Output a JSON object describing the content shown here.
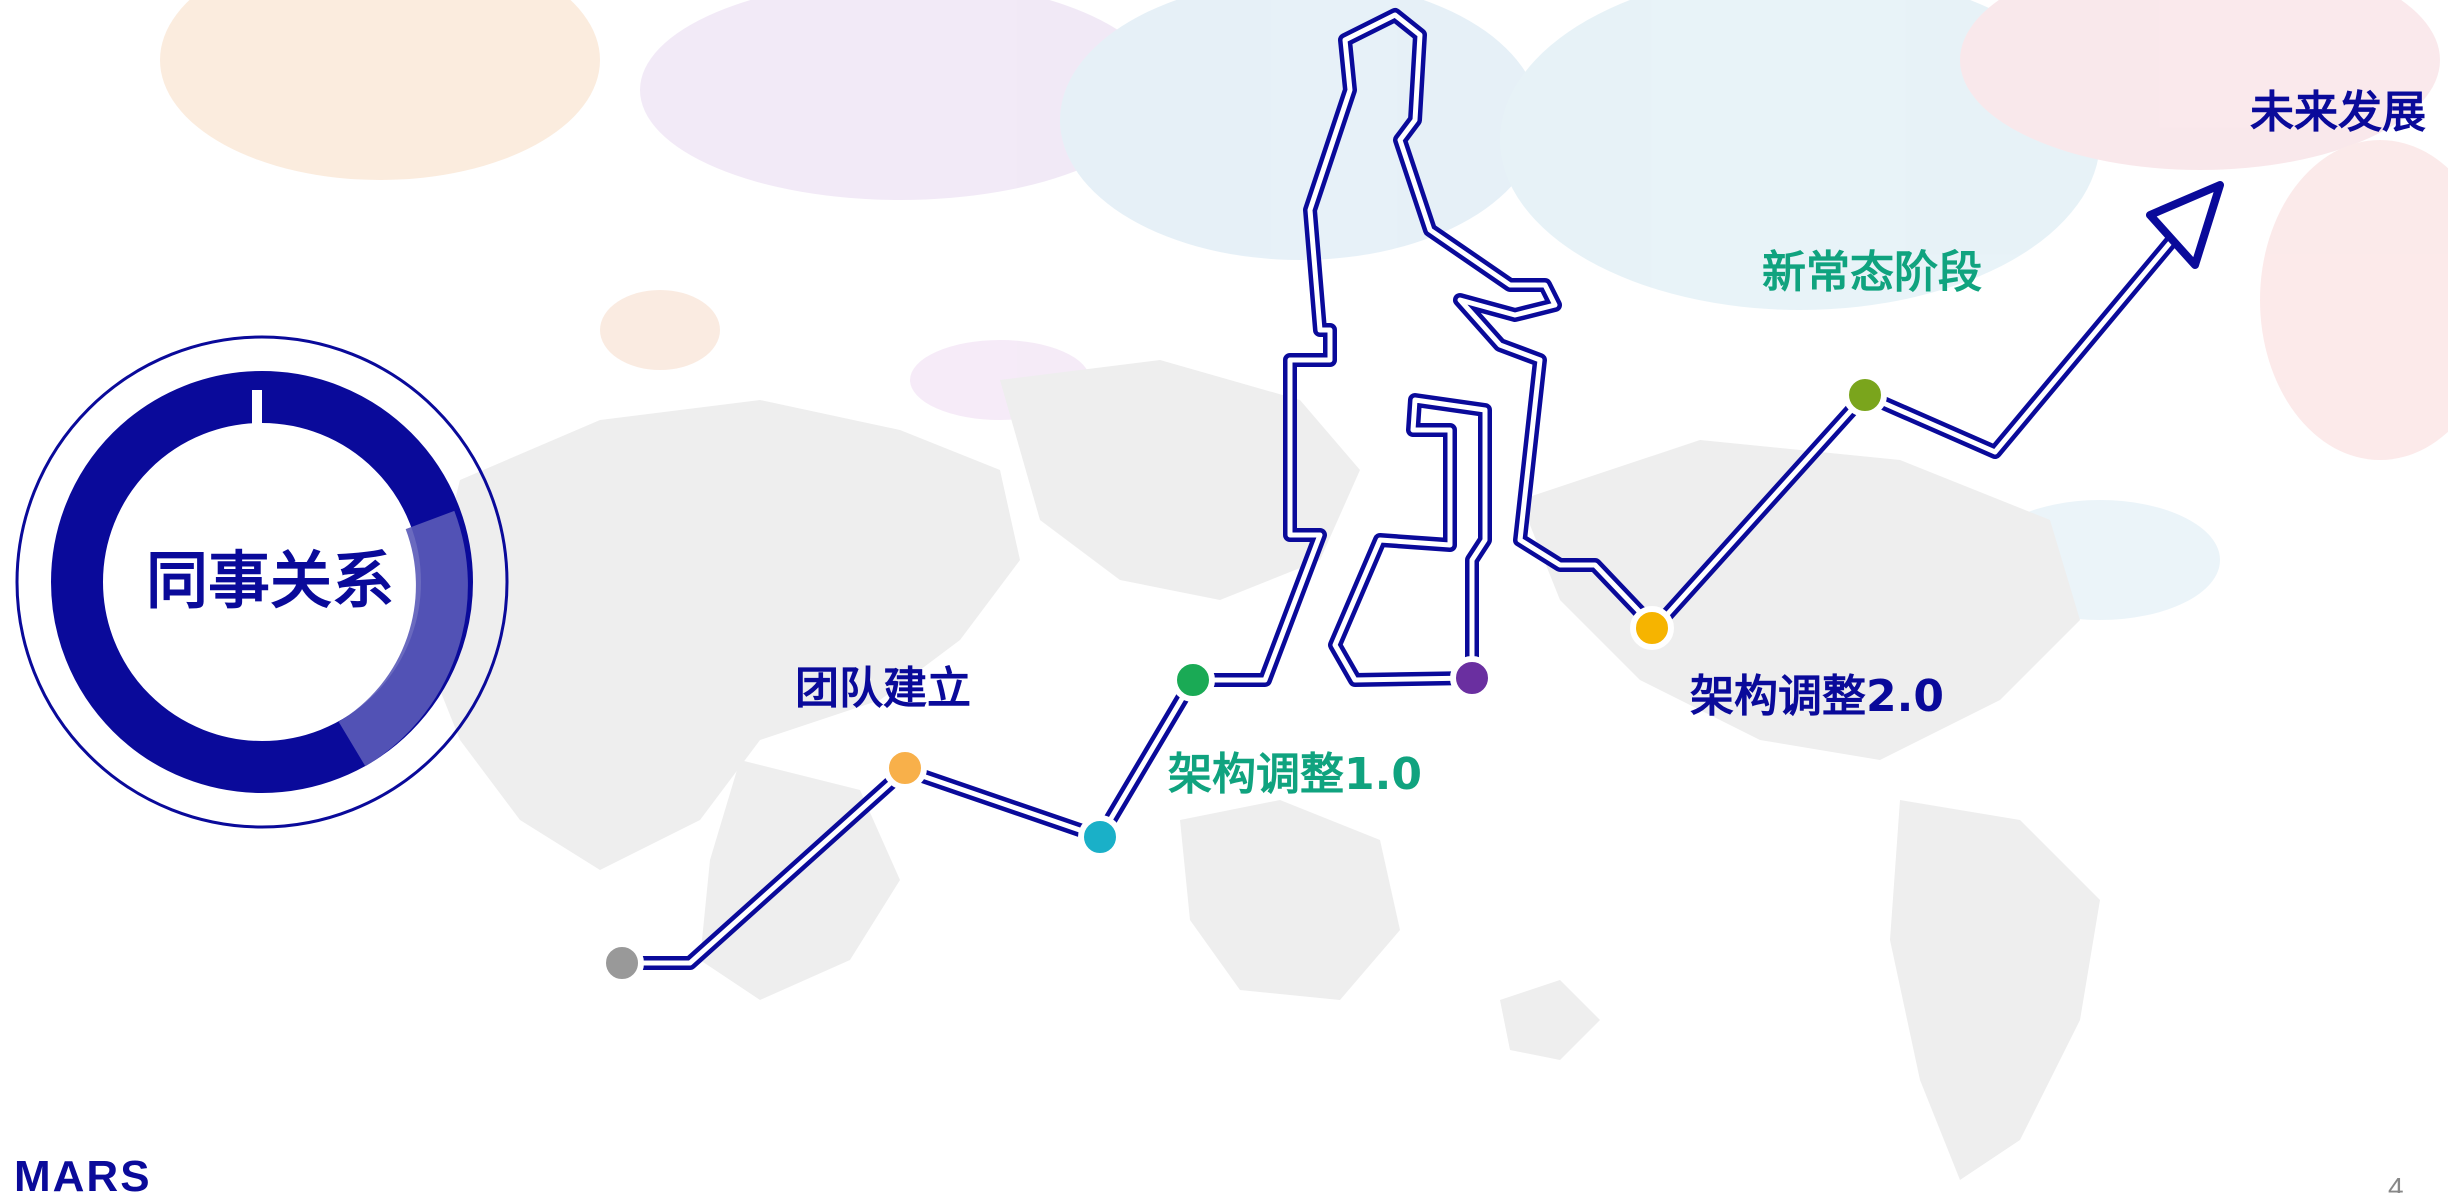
{
  "section_title": "同事关系",
  "milestones": [
    {
      "label": "团队建立",
      "color": "#0a0a9a"
    },
    {
      "label": "架构调整1.0",
      "color": "#10a37f"
    },
    {
      "label": "架构调整2.0",
      "color": "#0a0a9a"
    },
    {
      "label": "新常态阶段",
      "color": "#10a37f"
    },
    {
      "label": "未来发展",
      "color": "#0a0a9a"
    }
  ],
  "dots": [
    {
      "name": "start",
      "color": "#999999"
    },
    {
      "name": "team",
      "color": "#f8b04a"
    },
    {
      "name": "dip",
      "color": "#1ab0c8"
    },
    {
      "name": "arch1",
      "color": "#1aaa55"
    },
    {
      "name": "seat",
      "color": "#6a2fa0"
    },
    {
      "name": "arch2",
      "color": "#f6b400"
    },
    {
      "name": "normal",
      "color": "#7aa51c"
    }
  ],
  "brand": "MARS",
  "page_number": "4",
  "colors": {
    "accent": "#0a0a9a",
    "green": "#10a37f"
  }
}
